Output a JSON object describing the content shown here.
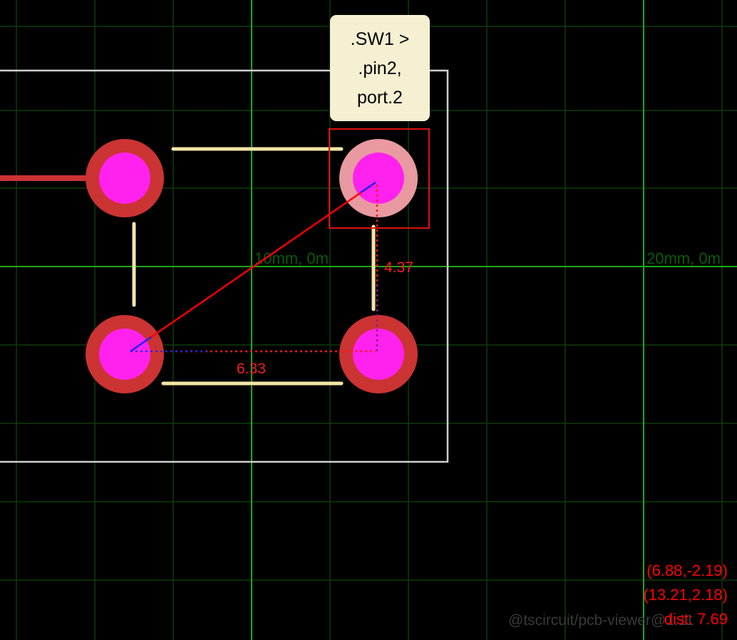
{
  "grid": {
    "labels": [
      "10mm, 0m",
      "20mm, 0m"
    ],
    "minor_color": "#0d3b0d",
    "major_color": "#1aa81a"
  },
  "colors": {
    "background": "#000000",
    "board_outline": "#cfcfcf",
    "silkscreen": "#f2e6a6",
    "pad_ring": "#cc3333",
    "pad_ring_highlight": "#e89aa0",
    "pad_hole": "#ff22ee",
    "trace": "#cc3333",
    "selection_box": "#dd1111",
    "measure_line": "#ff0000",
    "measure_axes": "#ff0000",
    "measure_origin_segment": "#2222ff"
  },
  "tooltip": {
    "lines": [
      ".SW1 >",
      ".pin2,",
      "port.2"
    ]
  },
  "measurement": {
    "dx_label": "6.33",
    "dy_label": "4.37",
    "start_coord": "(6.88,-2.19)",
    "end_coord": "(13.21,2.18)",
    "distance": "dist: 7.69"
  },
  "watermark": "@tscircuit/pcb-viewer@1.11"
}
